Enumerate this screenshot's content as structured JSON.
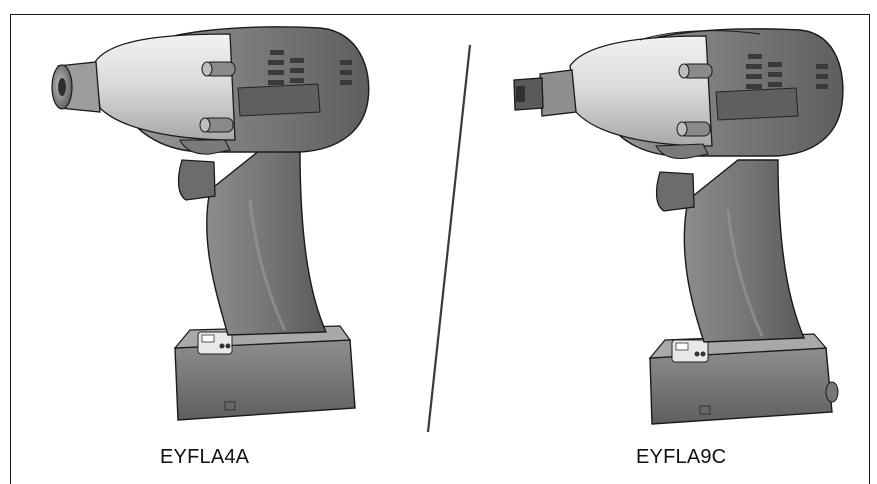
{
  "figure": {
    "tools": [
      {
        "model": "EYFLA4A",
        "head": "hex-chuck"
      },
      {
        "model": "EYFLA9C",
        "head": "square-anvil"
      }
    ],
    "colors": {
      "body_dark": "#6d6d6d",
      "body_mid": "#8a8a8a",
      "body_light": "#d6d6d6",
      "outline": "#1a1a1a",
      "divider": "#3a3a3a"
    }
  }
}
